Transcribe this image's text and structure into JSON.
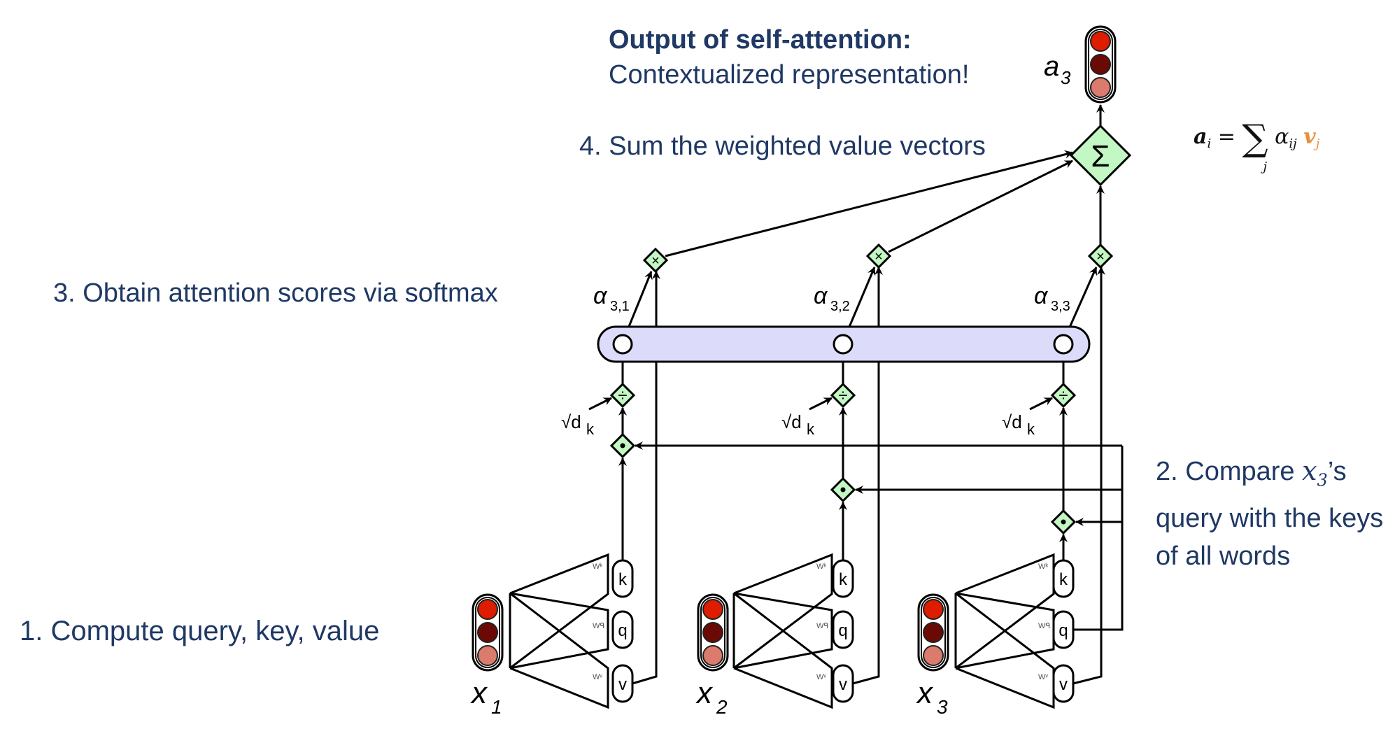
{
  "steps": {
    "step1": "1. Compute query, key, value",
    "step2_prefix": "2. Compare ",
    "step2_var": "x",
    "step2_var_sub": "3",
    "step2_suffix": "’s query with the keys of all words",
    "step3": "3. Obtain attention scores via softmax",
    "step4": "4. Sum the weighted value vectors"
  },
  "output": {
    "title": "Output of self-attention:",
    "subtitle": "Contextualized representation!",
    "vector_label": "a",
    "vector_label_sub": "3"
  },
  "formula": {
    "lhs": "a",
    "lhs_sub": "i",
    "equals": "=",
    "sum_symbol": "∑",
    "sum_index": "j",
    "alpha": "α",
    "alpha_sub": "ij",
    "v": "v",
    "v_sub": "j"
  },
  "diagram": {
    "inputs": [
      {
        "label": "x",
        "sub": "1"
      },
      {
        "label": "x",
        "sub": "2"
      },
      {
        "label": "x",
        "sub": "3"
      }
    ],
    "projections": [
      {
        "weight": "Wᵏ",
        "out": "k"
      },
      {
        "weight": "Wᑫ",
        "out": "q"
      },
      {
        "weight": "Wᵛ",
        "out": "v"
      }
    ],
    "scale_label": "√d",
    "scale_label_sub": "k",
    "attention_labels": [
      {
        "label": "α",
        "sub": "3,1"
      },
      {
        "label": "α",
        "sub": "3,2"
      },
      {
        "label": "α",
        "sub": "3,3"
      }
    ],
    "ops": {
      "dot": "dot-product",
      "divide": "÷",
      "multiply": "×",
      "sum": "Σ"
    },
    "vector_colors": [
      "#dd1c00",
      "#6b0a05",
      "#db7b6d"
    ],
    "op_fill": "#c3f7c3",
    "softmax_fill": "#dcdcfa",
    "text_color": "#1f3864",
    "formula_v_color": "#e8913a"
  }
}
